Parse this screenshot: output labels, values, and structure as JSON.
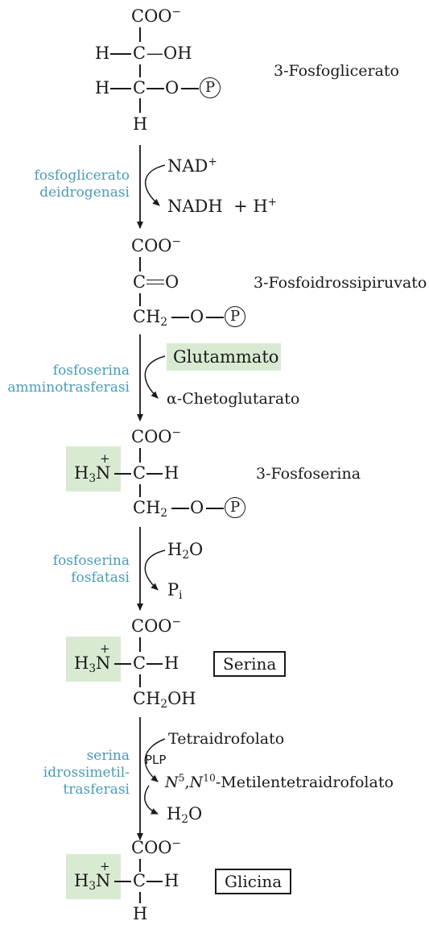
{
  "colors": {
    "enzyme_text": "#4a9bb8",
    "highlight": "#d9ead3",
    "ink": "#1a1a1a"
  },
  "circled_p": "P",
  "atoms": {
    "C": "C",
    "H": "H",
    "O": "O",
    "OH": "—OH",
    "H3N": "H",
    "H3N_sub": "3",
    "H3N_N": "N",
    "plus": "+",
    "CH2": "CH",
    "CH2_sub": "2",
    "CH2OH": "CH",
    "CH2OH_sub": "2",
    "CH2OH_tail": "OH"
  },
  "coo": {
    "text": "COO",
    "charge": "−"
  },
  "metabolites": {
    "m1": "3-Fosfoglicerato",
    "m2": "3-Fosfoidrossipiruvato",
    "m3": "3-Fosfoserina",
    "m4": "Serina",
    "m5": "Glicina"
  },
  "enzymes": {
    "e1": [
      "fosfoglicerato",
      "deidrogenasi"
    ],
    "e2": [
      "fosfoserina",
      "amminotrasferasi"
    ],
    "e3": [
      "fosfoserina",
      "fosfatasi"
    ],
    "e4": [
      "serina",
      "idrossimetil-",
      "trasferasi"
    ]
  },
  "cofactors": {
    "c1_in": "NAD",
    "c1_in_sup": "+",
    "c1_out": "NADH",
    "c1_out_plus": "+ H",
    "c1_out_sup": "+",
    "c2_in": "Glutammato",
    "c2_out": "α-Chetoglutarato",
    "c3_in": "H",
    "c3_in_sub": "2",
    "c3_in_tail": "O",
    "c3_out": "P",
    "c3_out_sub": "i",
    "c4_in": "Tetraidrofolato",
    "c4_plp": "PLP",
    "c4_n5": "N",
    "c4_n5_sup": "5",
    "c4_comma": ",",
    "c4_n10": "N",
    "c4_n10_sup": "10",
    "c4_n5_tail": "-Metilentetraidrofolato",
    "c4_h2o": "H",
    "c4_h2o_sub": "2",
    "c4_h2o_tail": "O"
  }
}
